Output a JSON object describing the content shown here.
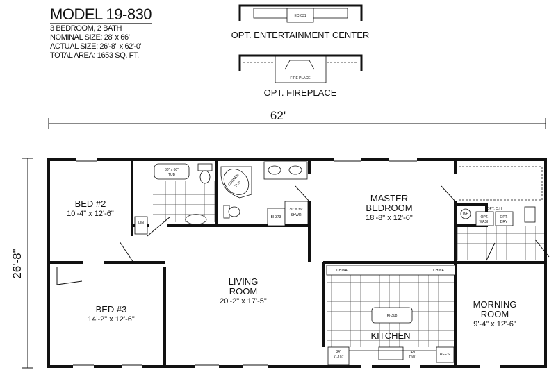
{
  "header": {
    "model": "MODEL 19-830",
    "bedrooms_baths": "3 BEDROOM, 2 BATH",
    "nominal_size": "NOMINAL SIZE: 28' x 66'",
    "actual_size": "ACTUAL SIZE:  26'-8\" x 62'-0\"",
    "total_area": "TOTAL AREA: 1653 SQ. FT."
  },
  "options": {
    "entertainment_center": {
      "label": "OPT. ENTERTAINMENT CENTER",
      "tag": "EC-031"
    },
    "fireplace": {
      "label": "OPT. FIREPLACE",
      "tag": "FIRE PLACE"
    }
  },
  "dimensions": {
    "width": "62'",
    "depth": "26'-8\""
  },
  "rooms": {
    "bed2": {
      "name": "BED #2",
      "size": "10'-4\" x 12'-6\""
    },
    "bed3": {
      "name": "BED #3",
      "size": "14'-2\" x 12'-6\""
    },
    "living": {
      "name1": "LIVING",
      "name2": "ROOM",
      "size": "20'-2\" x 17'-5\""
    },
    "master": {
      "name1": "MASTER",
      "name2": "BEDROOM",
      "size": "18'-8\" x 12'-6\""
    },
    "kitchen": {
      "name": "KITCHEN"
    },
    "morning": {
      "name1": "MORNING",
      "name2": "ROOM",
      "size": "9'-4\" x 12'-6\""
    }
  },
  "fixtures": {
    "tub": "30\" x 60\"",
    "tub2": "TUB",
    "corner_tub": "CORNER",
    "corner_tub2": "TUB",
    "shower": "30\" x 36\"",
    "shower2": "SHWR",
    "linen": "LIN",
    "bi": "BI-373",
    "china_left": "CHINA",
    "china_right": "CHINA",
    "island": "KI-308",
    "pantry": "34\"",
    "pantry2": "KI-107",
    "dw": "OPT",
    "dw2": "DW",
    "ref": "REF'S",
    "wh": "WH",
    "oh": "OPT. O.H.",
    "wash": "OPT.",
    "wash2": "WASH",
    "dry": "OPT.",
    "dry2": "DRY"
  }
}
